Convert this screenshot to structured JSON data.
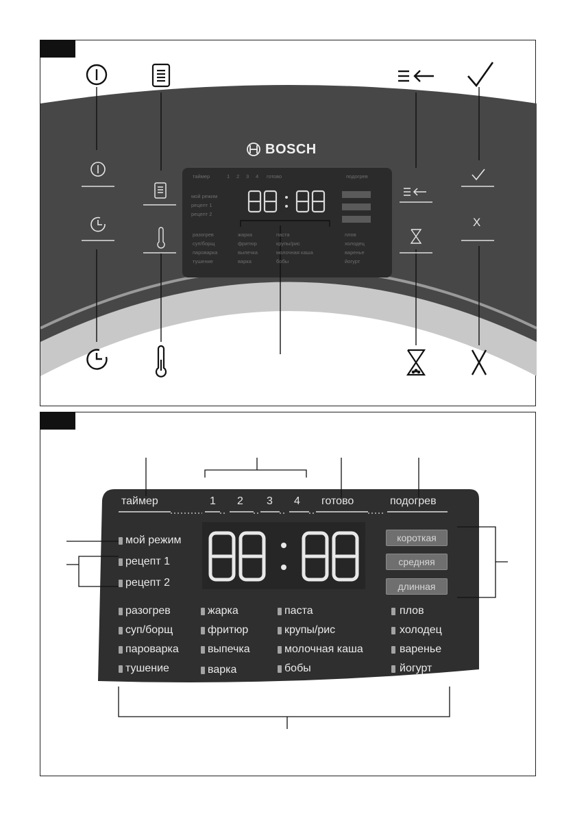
{
  "brand": "BOSCH",
  "display_digits": "88:88",
  "colors": {
    "panel_dark": "#2c2c2c",
    "body_dark": "#4a4a4a",
    "segment": "#e8e8e8",
    "led": "#a3a3a3",
    "button": "#6f6f6f"
  },
  "panel1": {
    "icons": [
      "power-icon",
      "menu-icon",
      "clock-timer-icon",
      "thermometer-icon",
      "list-back-icon",
      "hourglass-icon",
      "check-icon",
      "x-cancel-icon"
    ],
    "button_labels": {
      "check": "✓",
      "cancel": "X"
    }
  },
  "panel2": {
    "top_labels": {
      "timer": "таймер",
      "d1": "1",
      "d2": "2",
      "d3": "3",
      "d4": "4",
      "ready": "готово",
      "warm": "подогрев"
    },
    "side_modes": [
      "мой режим",
      "рецепт 1",
      "рецепт 2"
    ],
    "buttons": [
      "короткая",
      "средняя",
      "длинная"
    ],
    "programs": {
      "col1": [
        "разогрев",
        "суп/борщ",
        "пароварка",
        "тушение"
      ],
      "col2": [
        "жарка",
        "фритюр",
        "выпечка",
        "варка"
      ],
      "col3": [
        "паста",
        "крупы/рис",
        "молочная каша",
        "бобы"
      ],
      "col4": [
        "плов",
        "холодец",
        "варенье",
        "йогурт"
      ]
    }
  }
}
